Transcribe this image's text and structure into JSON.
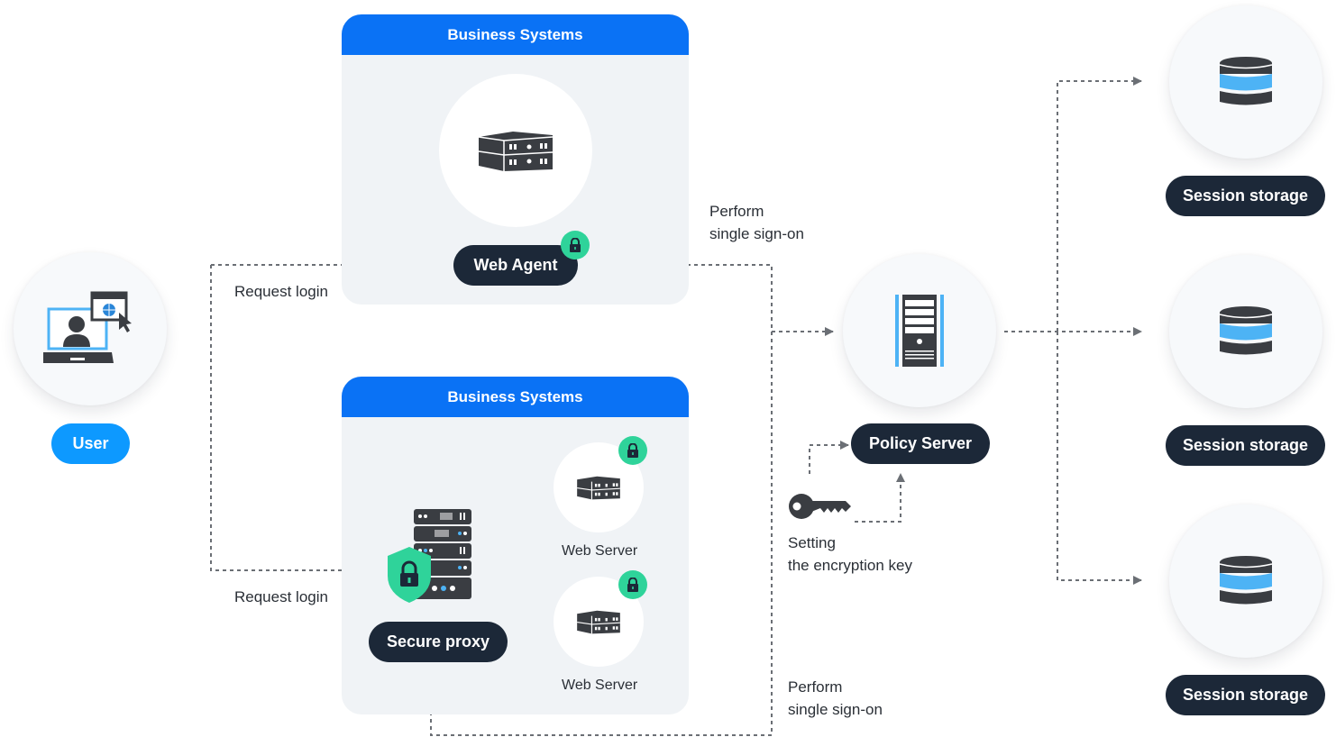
{
  "diagram": {
    "user": {
      "label": "User",
      "icon": "user-laptop-icon"
    },
    "business_systems_top": {
      "title": "Business Systems",
      "node": {
        "label": "Web Agent",
        "icon": "server-icon",
        "badge": "lock-icon"
      }
    },
    "business_systems_bottom": {
      "title": "Business Systems",
      "proxy": {
        "label": "Secure proxy",
        "icon": "server-rack-shield-icon"
      },
      "web_servers": [
        {
          "label": "Web Server",
          "icon": "server-icon",
          "badge": "lock-icon"
        },
        {
          "label": "Web Server",
          "icon": "server-icon",
          "badge": "lock-icon"
        }
      ]
    },
    "policy_server": {
      "label": "Policy Server",
      "icon": "server-tower-icon"
    },
    "encryption_key": {
      "line1": "Setting",
      "line2": "the encryption key",
      "icon": "key-icon"
    },
    "session_storages": [
      {
        "label": "Session storage",
        "icon": "database-icon"
      },
      {
        "label": "Session storage",
        "icon": "database-icon"
      },
      {
        "label": "Session storage",
        "icon": "database-icon"
      }
    ],
    "edge_labels": {
      "request_login_top": "Request login",
      "request_login_bottom": "Request login",
      "sso_top": {
        "line1": "Perform",
        "line2": "single sign-on"
      },
      "sso_bottom": {
        "line1": "Perform",
        "line2": "single sign-on"
      }
    },
    "colors": {
      "panel_header": "#0a72f5",
      "panel_bg": "#f0f3f6",
      "pill_dark": "#1c2838",
      "pill_user": "#0d99ff",
      "lock_badge": "#2fd39a",
      "icon_dark": "#3a3d42",
      "icon_accent": "#4db3f5",
      "connector": "#6b6f75"
    }
  }
}
